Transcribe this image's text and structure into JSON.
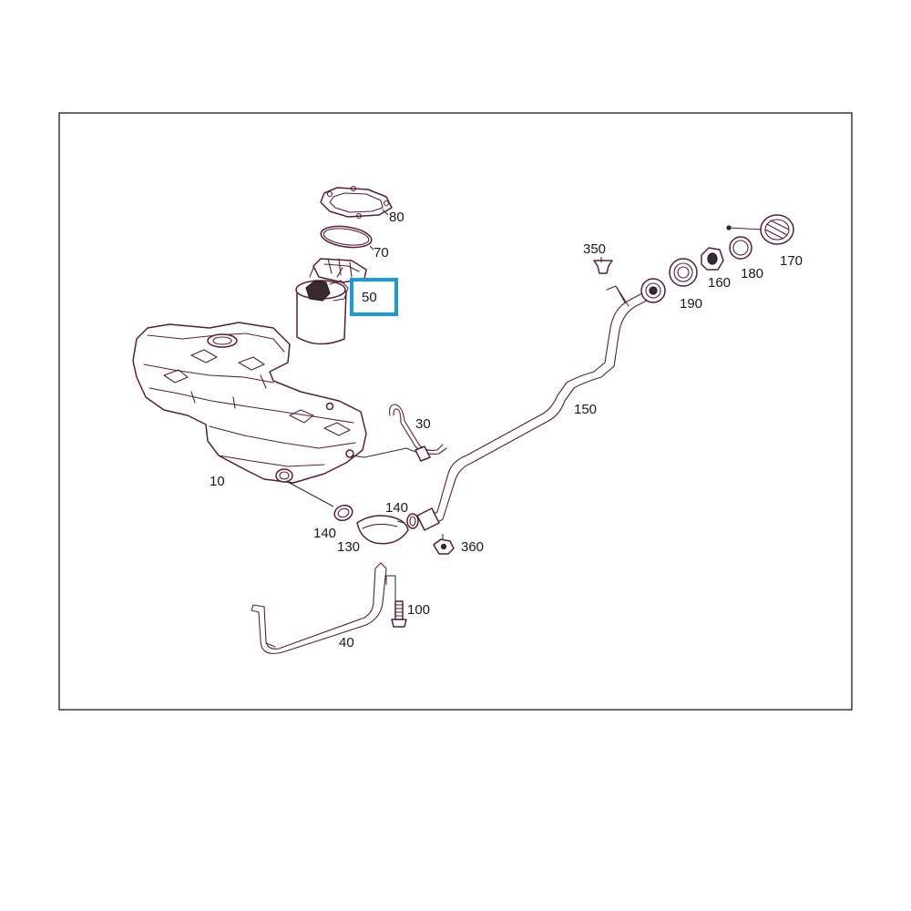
{
  "callouts": {
    "c10": "10",
    "c30": "30",
    "c40": "40",
    "c50": "50",
    "c70": "70",
    "c80": "80",
    "c100": "100",
    "c130": "130",
    "c140a": "140",
    "c140b": "140",
    "c150": "150",
    "c160": "160",
    "c170": "170",
    "c180": "180",
    "c190": "190",
    "c350": "350",
    "c360": "360"
  },
  "highlight": {
    "callout": "50",
    "color": "#1a9ad6"
  },
  "colors": {
    "line_art": "#5a1e33",
    "frame": "#2a2a2a"
  }
}
